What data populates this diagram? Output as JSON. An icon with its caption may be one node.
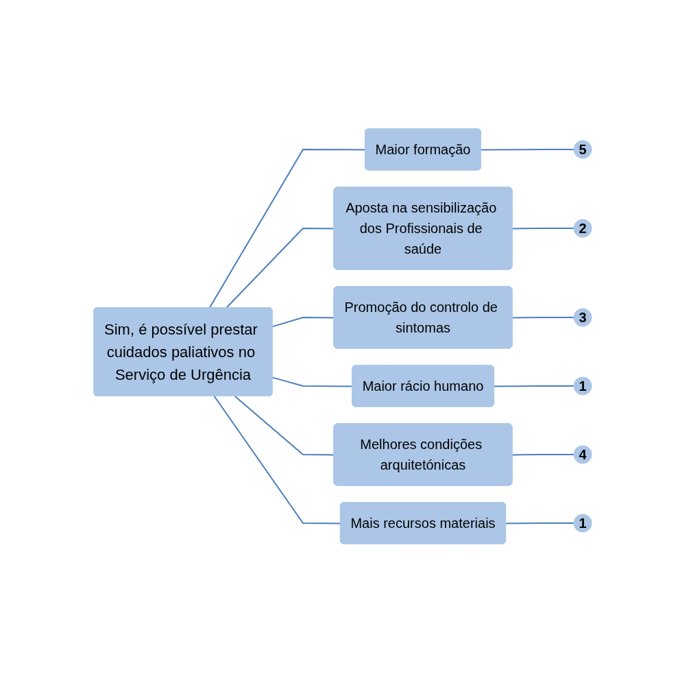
{
  "diagram": {
    "nodes": [
      {
        "text": [
          "Sim, é possível prestar cuidados paliativos no Serviço de Urgência"
        ]
      },
      {
        "text": [
          "Maior formação"
        ]
      },
      {
        "text": [
          "5"
        ]
      },
      {
        "text": [
          "Aposta na sensibilização dos Profissionais de saúde"
        ]
      },
      {
        "text": [
          "2"
        ]
      },
      {
        "text": [
          "Promoção do controlo de sintomas"
        ]
      },
      {
        "text": [
          "3"
        ]
      },
      {
        "text": [
          "Maior rácio humano"
        ]
      },
      {
        "text": [
          "1"
        ]
      },
      {
        "text": [
          "Melhores condições arquitetónicas"
        ]
      },
      {
        "text": [
          "4"
        ]
      },
      {
        "text": [
          "Mais recursos materiais"
        ]
      },
      {
        "text": [
          "1"
        ]
      }
    ],
    "edges": [
      {
        "from": 0,
        "to": 1,
        "arrow": "none"
      },
      {
        "from": 0,
        "to": 3,
        "arrow": "none"
      },
      {
        "from": 0,
        "to": 5,
        "arrow": "none"
      },
      {
        "from": 0,
        "to": 7,
        "arrow": "none"
      },
      {
        "from": 0,
        "to": 9,
        "arrow": "none"
      },
      {
        "from": 0,
        "to": 11,
        "arrow": "none"
      },
      {
        "from": 1,
        "to": 2,
        "arrow": "none"
      },
      {
        "from": 3,
        "to": 4,
        "arrow": "none"
      },
      {
        "from": 5,
        "to": 6,
        "arrow": "none"
      },
      {
        "from": 7,
        "to": 8,
        "arrow": "none"
      },
      {
        "from": 9,
        "to": 10,
        "arrow": "none"
      },
      {
        "from": 11,
        "to": 12,
        "arrow": "none"
      }
    ]
  }
}
